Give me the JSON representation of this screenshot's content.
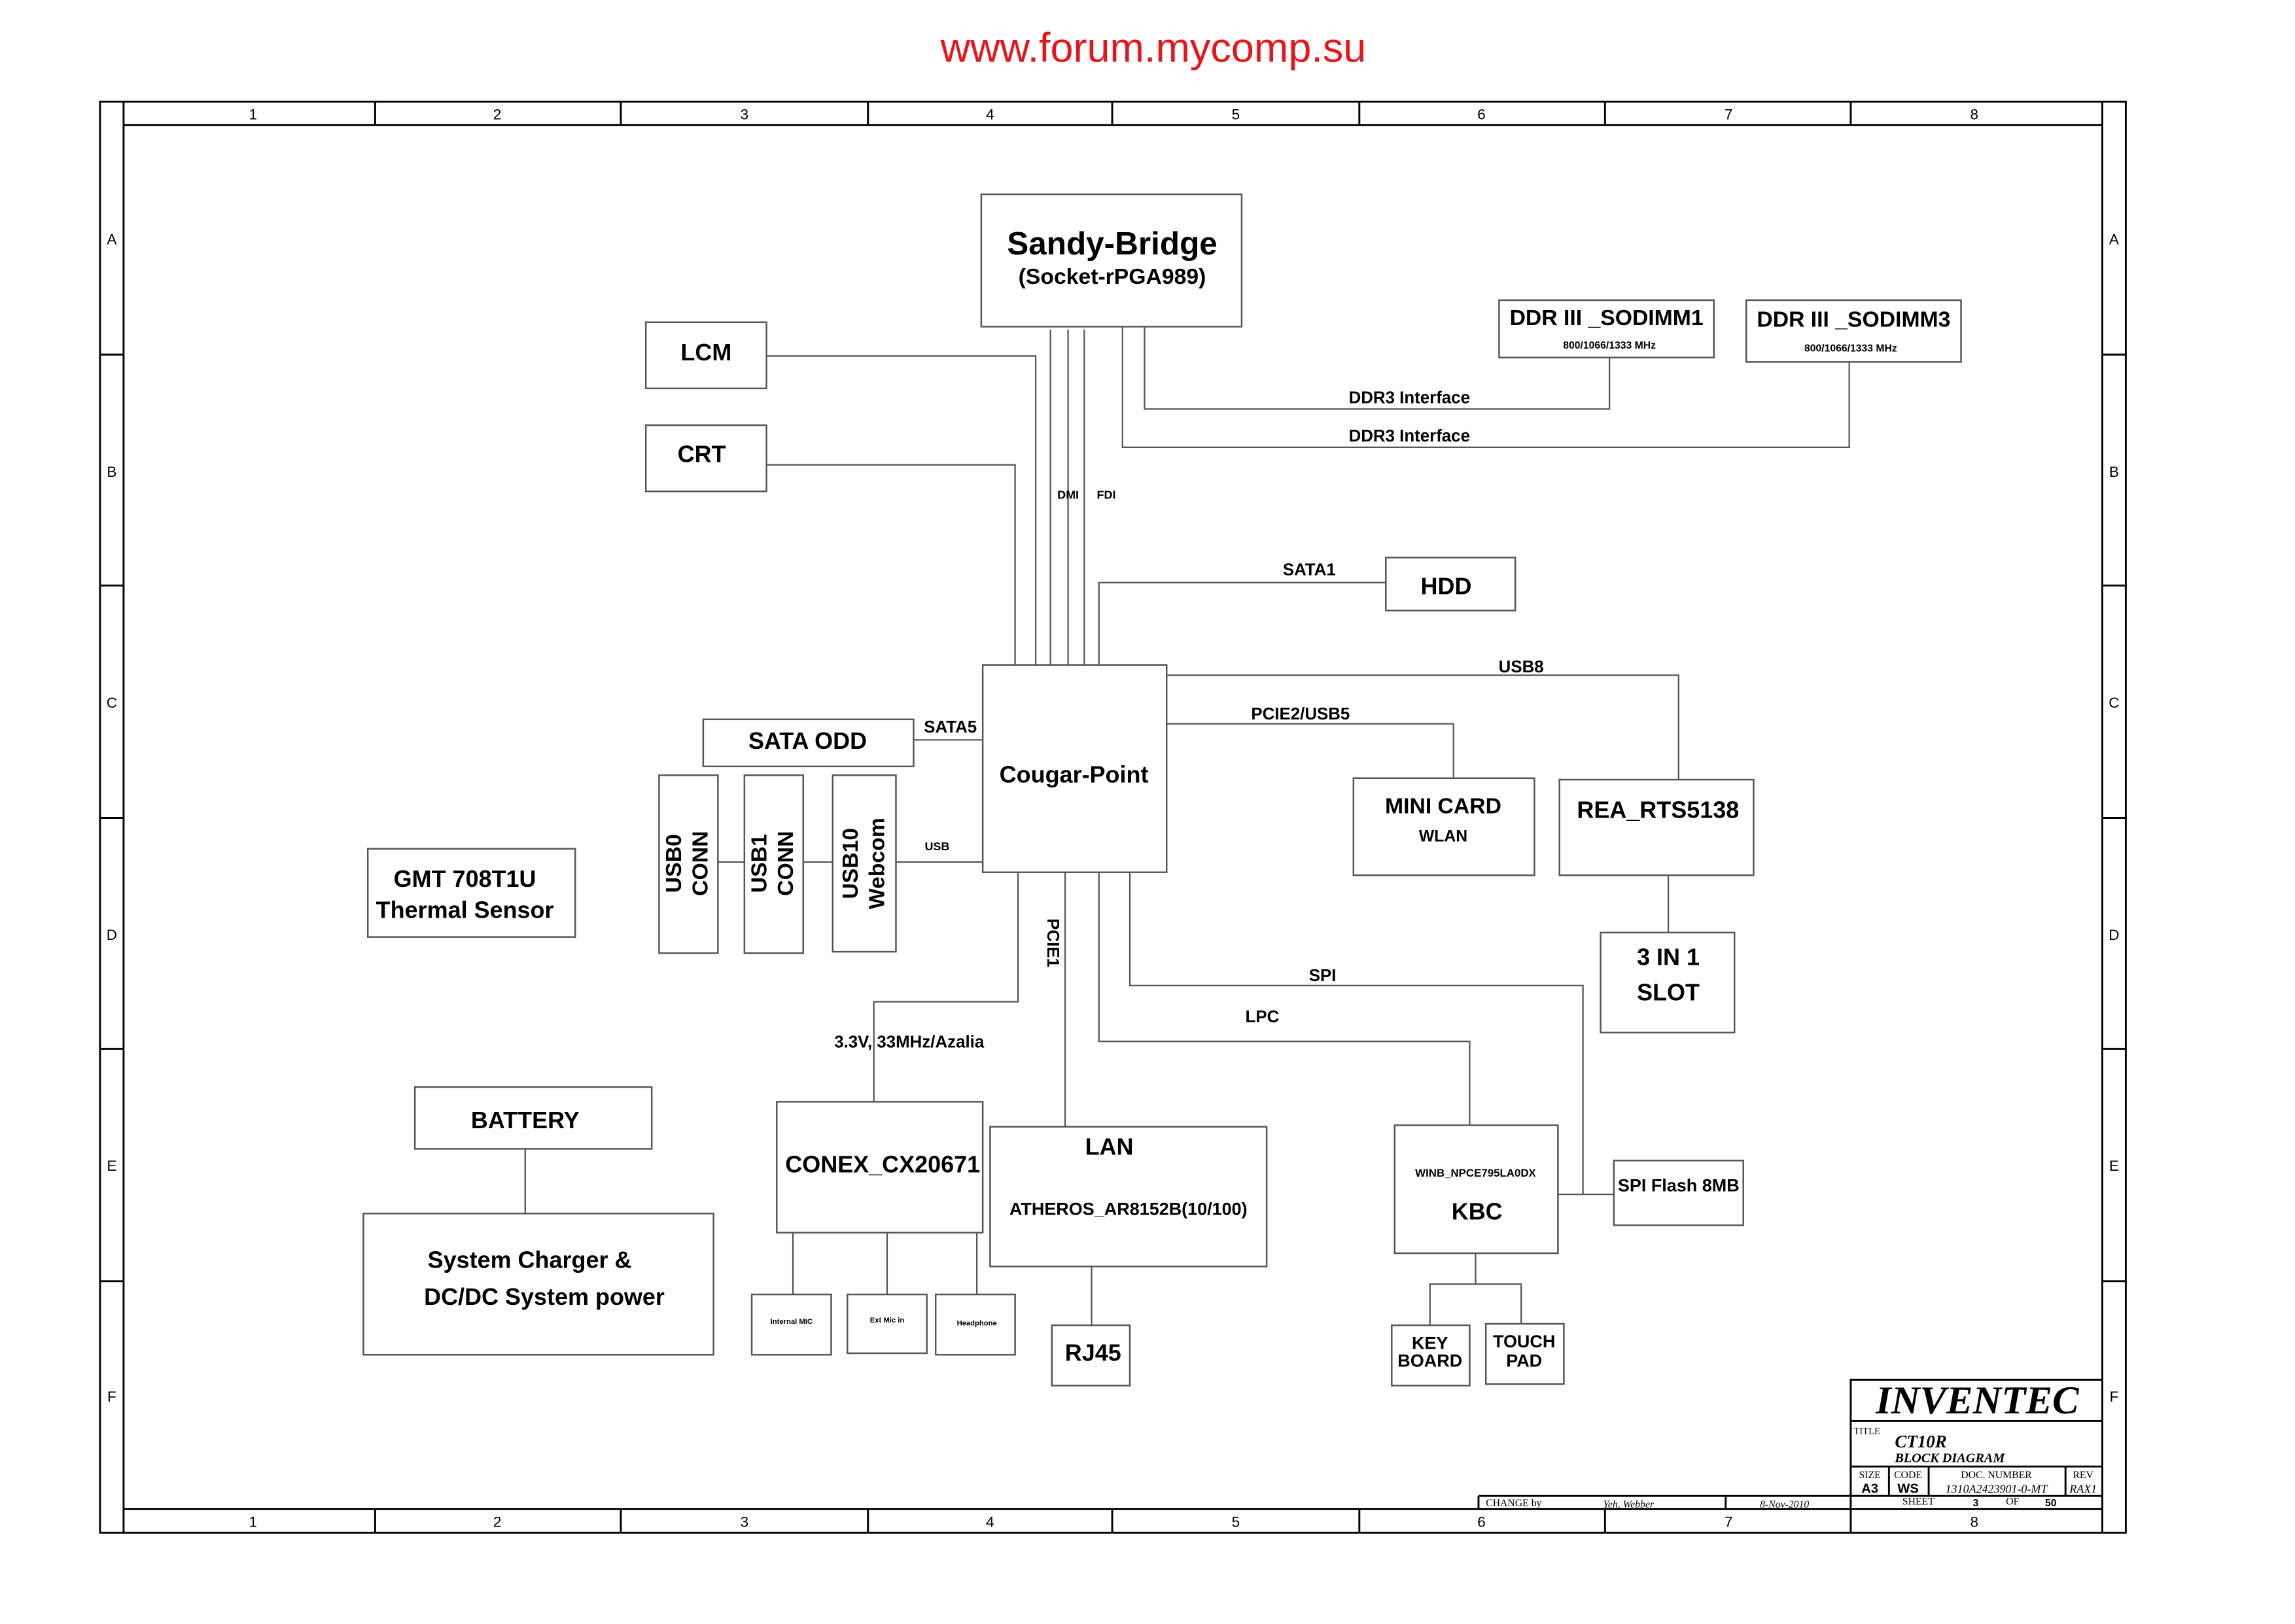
{
  "watermark": "www.forum.mycomp.su",
  "border": {
    "columns": [
      "1",
      "2",
      "3",
      "4",
      "5",
      "6",
      "7",
      "8"
    ],
    "rows": [
      "A",
      "B",
      "C",
      "D",
      "E",
      "F"
    ]
  },
  "blocks": {
    "cpu": {
      "name": "Sandy-Bridge",
      "sub": "(Socket-rPGA989)"
    },
    "lcm": "LCM",
    "crt": "CRT",
    "ddr1": {
      "name": "DDR III _SODIMM1",
      "sub": "800/1066/1333 MHz"
    },
    "ddr3": {
      "name": "DDR III _SODIMM3",
      "sub": "800/1066/1333 MHz"
    },
    "hdd": "HDD",
    "pch": "Cougar-Point",
    "sata_odd": "SATA ODD",
    "usb0": [
      "USB0",
      "CONN"
    ],
    "usb1": [
      "USB1",
      "CONN"
    ],
    "usb10": [
      "USB10",
      "Webcom"
    ],
    "thermal": [
      "GMT 708T1U",
      "Thermal  Sensor"
    ],
    "minicard": {
      "name": "MINI CARD",
      "sub": "WLAN"
    },
    "cardreader": "REA_RTS5138",
    "slot": [
      "3 IN 1",
      "SLOT"
    ],
    "battery": "BATTERY",
    "charger": [
      "System Charger &",
      "DC/DC System power"
    ],
    "codec": "CONEX_CX20671",
    "lan": {
      "name": "LAN",
      "sub": "ATHEROS_AR8152B(10/100)"
    },
    "kbc": {
      "sub": "WINB_NPCE795LA0DX",
      "name": "KBC"
    },
    "spi_flash": "SPI Flash 8MB",
    "internal_mic": "Internal MIC",
    "ext_mic": "Ext Mic in",
    "headphone": "Headphone",
    "rj45": "RJ45",
    "keyboard": [
      "KEY",
      "BOARD"
    ],
    "touchpad": [
      "TOUCH",
      "PAD"
    ]
  },
  "buses": {
    "ddr_a": "DDR3 Interface",
    "ddr_b": "DDR3 Interface",
    "dmi": "DMI",
    "fdi": "FDI",
    "sata1": "SATA1",
    "usb8": "USB8",
    "pcie2": "PCIE2/USB5",
    "sata5": "SATA5",
    "usb": "USB",
    "pcie1": "PCIE1",
    "spi": "SPI",
    "lpc": "LPC",
    "azalia": "3.3V, 33MHz/Azalia"
  },
  "title_block": {
    "company": "INVENTEC",
    "title_label": "TITLE",
    "project": "CT10R",
    "doc_title": "BLOCK DIAGRAM",
    "size_label": "SIZE",
    "size": "A3",
    "code_label": "CODE",
    "code": "WS",
    "doc_label": "DOC. NUMBER",
    "doc_number": "1310A2423901-0-MT",
    "rev_label": "REV",
    "rev": "RAX1",
    "sheet_label": "SHEET",
    "sheet": "3",
    "of_label": "OF",
    "sheets": "50",
    "change_label": "CHANGE by",
    "changed_by": "Yeh, Webber",
    "date": "8-Nov-2010"
  },
  "colors": {
    "watermark": "#e8141b"
  }
}
